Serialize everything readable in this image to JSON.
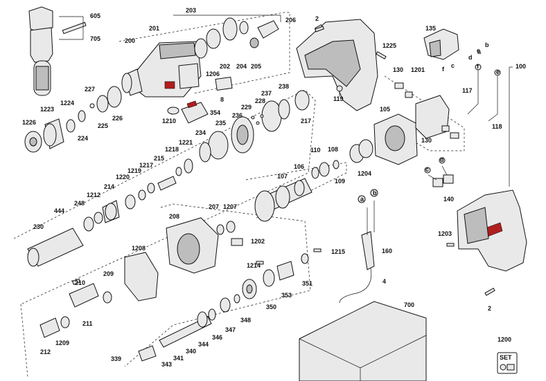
{
  "labels": {
    "p605": "605",
    "p705": "705",
    "p203": "203",
    "p206": "206",
    "p201": "201",
    "p200": "200",
    "p202": "202",
    "p204": "204",
    "p205": "205",
    "p1206": "1206",
    "p8": "8",
    "p227": "227",
    "p1224": "1224",
    "p1223": "1223",
    "p1226": "1226",
    "p225": "225",
    "p226": "226",
    "p224": "224",
    "p354": "354",
    "p1210": "1210",
    "p237": "237",
    "p238": "238",
    "p228": "228",
    "p236": "236",
    "p229": "229",
    "p217": "217",
    "p235": "235",
    "p234": "234",
    "p1221": "1221",
    "p1218": "1218",
    "p215": "215",
    "p1217": "1217",
    "p1219": "1219",
    "p1220": "1220",
    "p214": "214",
    "p1212": "1212",
    "p248": "248",
    "p444": "444",
    "p230": "230",
    "p2_top": "2",
    "p1225": "1225",
    "p119": "119",
    "p135": "135",
    "pa_top": "a",
    "pb_top": "b",
    "pc_top": "c",
    "pd_top": "d",
    "pe_top": "e",
    "pf_top": "f",
    "p100": "100",
    "p130_top": "130",
    "p1201": "1201",
    "p117": "117",
    "pf_wire": "f",
    "pe_wire": "e",
    "p118": "118",
    "p105": "105",
    "p130_bot": "130",
    "p110": "110",
    "p108": "108",
    "p106": "106",
    "p107": "107",
    "p109": "109",
    "p1204": "1204",
    "pc_brush": "c",
    "pd_brush": "d",
    "p140": "140",
    "p208": "208",
    "p207": "207",
    "p1207": "1207",
    "p1202": "1202",
    "p1208": "1208",
    "pa_cord": "a",
    "pb_cord": "b",
    "p160": "160",
    "p4": "4",
    "p1203": "1203",
    "p2_bot": "2",
    "p1214": "1214",
    "p1215": "1215",
    "p351": "351",
    "p353": "353",
    "p350": "350",
    "p348": "348",
    "p347": "347",
    "p346": "346",
    "p344": "344",
    "p340": "340",
    "p341": "341",
    "p343": "343",
    "p339": "339",
    "p210": "210",
    "p209": "209",
    "p211": "211",
    "p1209": "1209",
    "p212": "212",
    "p700": "700",
    "p1200": "1200",
    "set": "SET"
  },
  "colors": {
    "brand_red": "#b11e1e",
    "line": "#111111",
    "part_fill": "#e9e9e9"
  }
}
